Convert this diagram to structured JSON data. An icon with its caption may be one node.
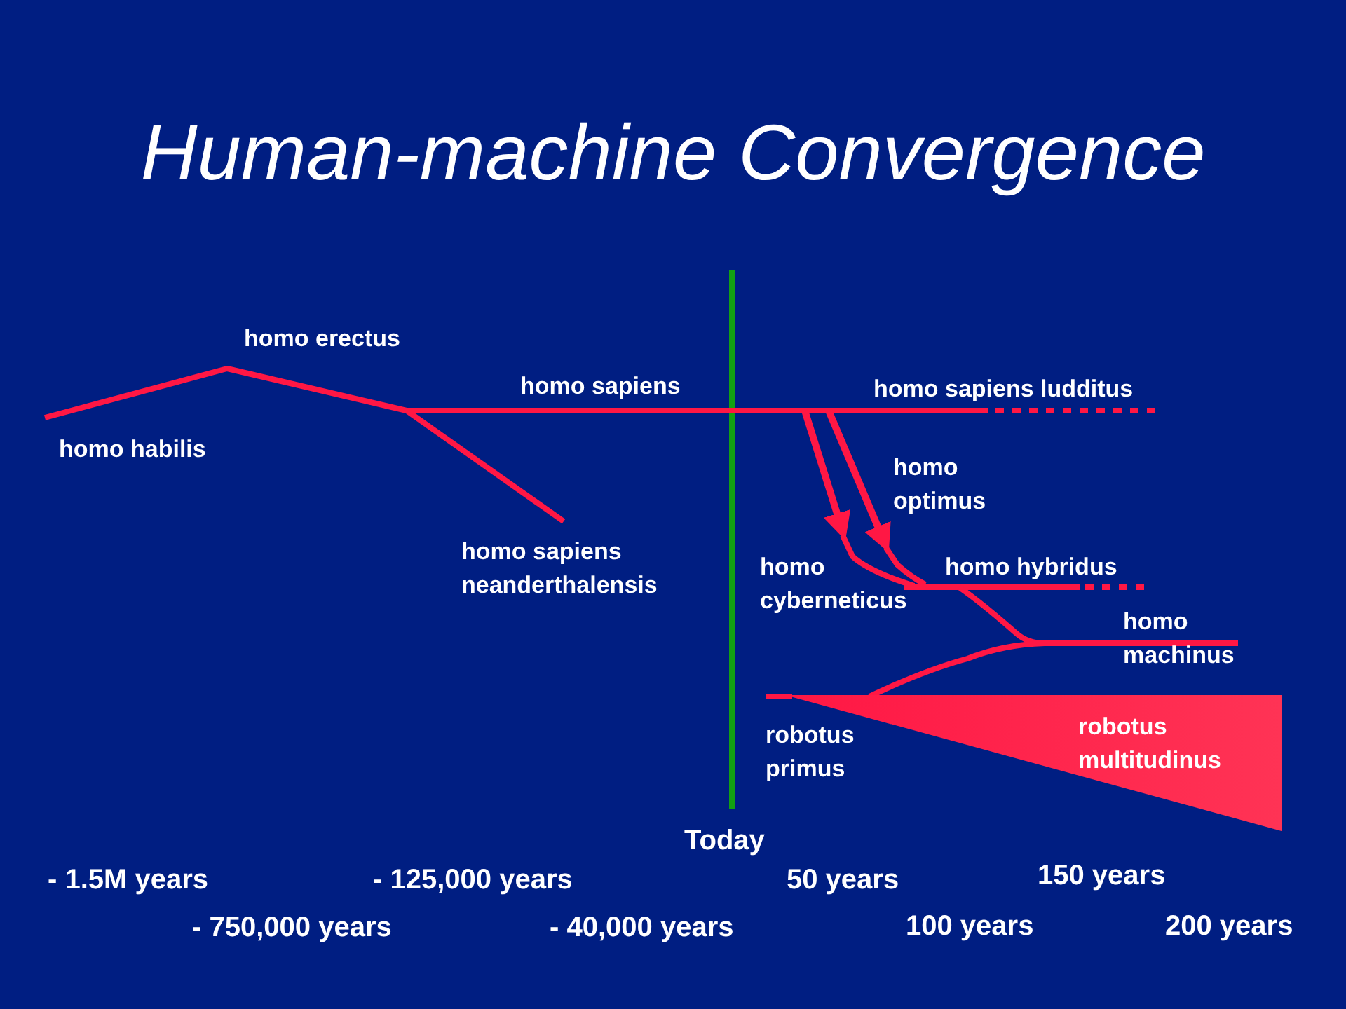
{
  "diagram": {
    "title": "Human-machine Convergence",
    "nodes": [
      {
        "text": [
          "robotus multitudinus"
        ]
      }
    ],
    "labels": [
      "homo erectus",
      "homo sapiens",
      "homo sapiens ludditus",
      "homo habilis",
      "homo optimus",
      "homo sapiens neanderthalensis",
      "homo cyberneticus",
      "homo hybridus",
      "homo machinus",
      "robotus primus",
      "Today",
      "- 1.5M years",
      "- 125,000 years",
      "50 years",
      "150 years",
      "- 750,000 years",
      "- 40,000 years",
      "100 years",
      "200 years"
    ]
  }
}
